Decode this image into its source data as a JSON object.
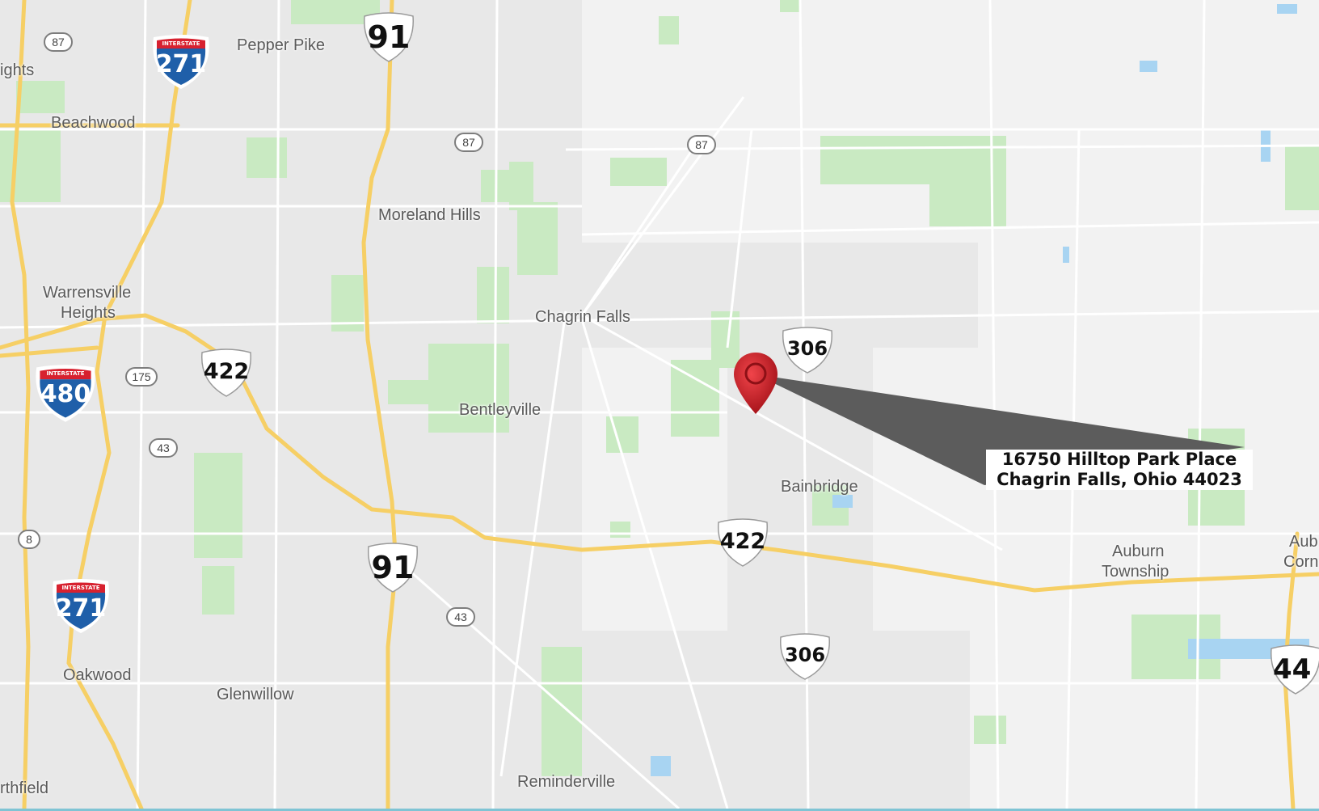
{
  "places": [
    {
      "id": "pepper-pike",
      "name": "Pepper Pike"
    },
    {
      "id": "heights",
      "name": "ights"
    },
    {
      "id": "beachwood",
      "name": "Beachwood"
    },
    {
      "id": "moreland-hills",
      "name": "Moreland Hills"
    },
    {
      "id": "warrensville-1",
      "name": "Warrensville"
    },
    {
      "id": "warrensville-2",
      "name": "Heights"
    },
    {
      "id": "chagrin-falls",
      "name": "Chagrin Falls"
    },
    {
      "id": "bentleyville",
      "name": "Bentleyville"
    },
    {
      "id": "bainbridge",
      "name": "Bainbridge"
    },
    {
      "id": "auburn-1",
      "name": "Auburn"
    },
    {
      "id": "auburn-2",
      "name": "Township"
    },
    {
      "id": "auburn-corners-1",
      "name": "Aub"
    },
    {
      "id": "auburn-corners-2",
      "name": "Corn"
    },
    {
      "id": "oakwood",
      "name": "Oakwood"
    },
    {
      "id": "glenwillow",
      "name": "Glenwillow"
    },
    {
      "id": "reminderville",
      "name": "Reminderville"
    },
    {
      "id": "northfield",
      "name": "rthfield"
    }
  ],
  "shields": {
    "interstate_header": "INTERSTATE",
    "i271": "271",
    "i480": "480",
    "us422": "422",
    "sr91": "91",
    "sr306": "306",
    "sr44": "44",
    "sr87": "87",
    "sr175": "175",
    "sr43": "43",
    "sr8": "8"
  },
  "marker": {
    "address_line1": "16750 Hilltop Park Place",
    "address_line2": "Chagrin Falls, Ohio 44023",
    "pin_color": "#d9232a"
  },
  "colors": {
    "land": "#f2f2f2",
    "urban": "#e6e6e6",
    "park": "#c9eac2",
    "water": "#a8d4f2",
    "highway": "#f6cf65",
    "road": "#ffffff",
    "interstate_blue": "#1f5fa9",
    "interstate_red": "#d7212f"
  }
}
